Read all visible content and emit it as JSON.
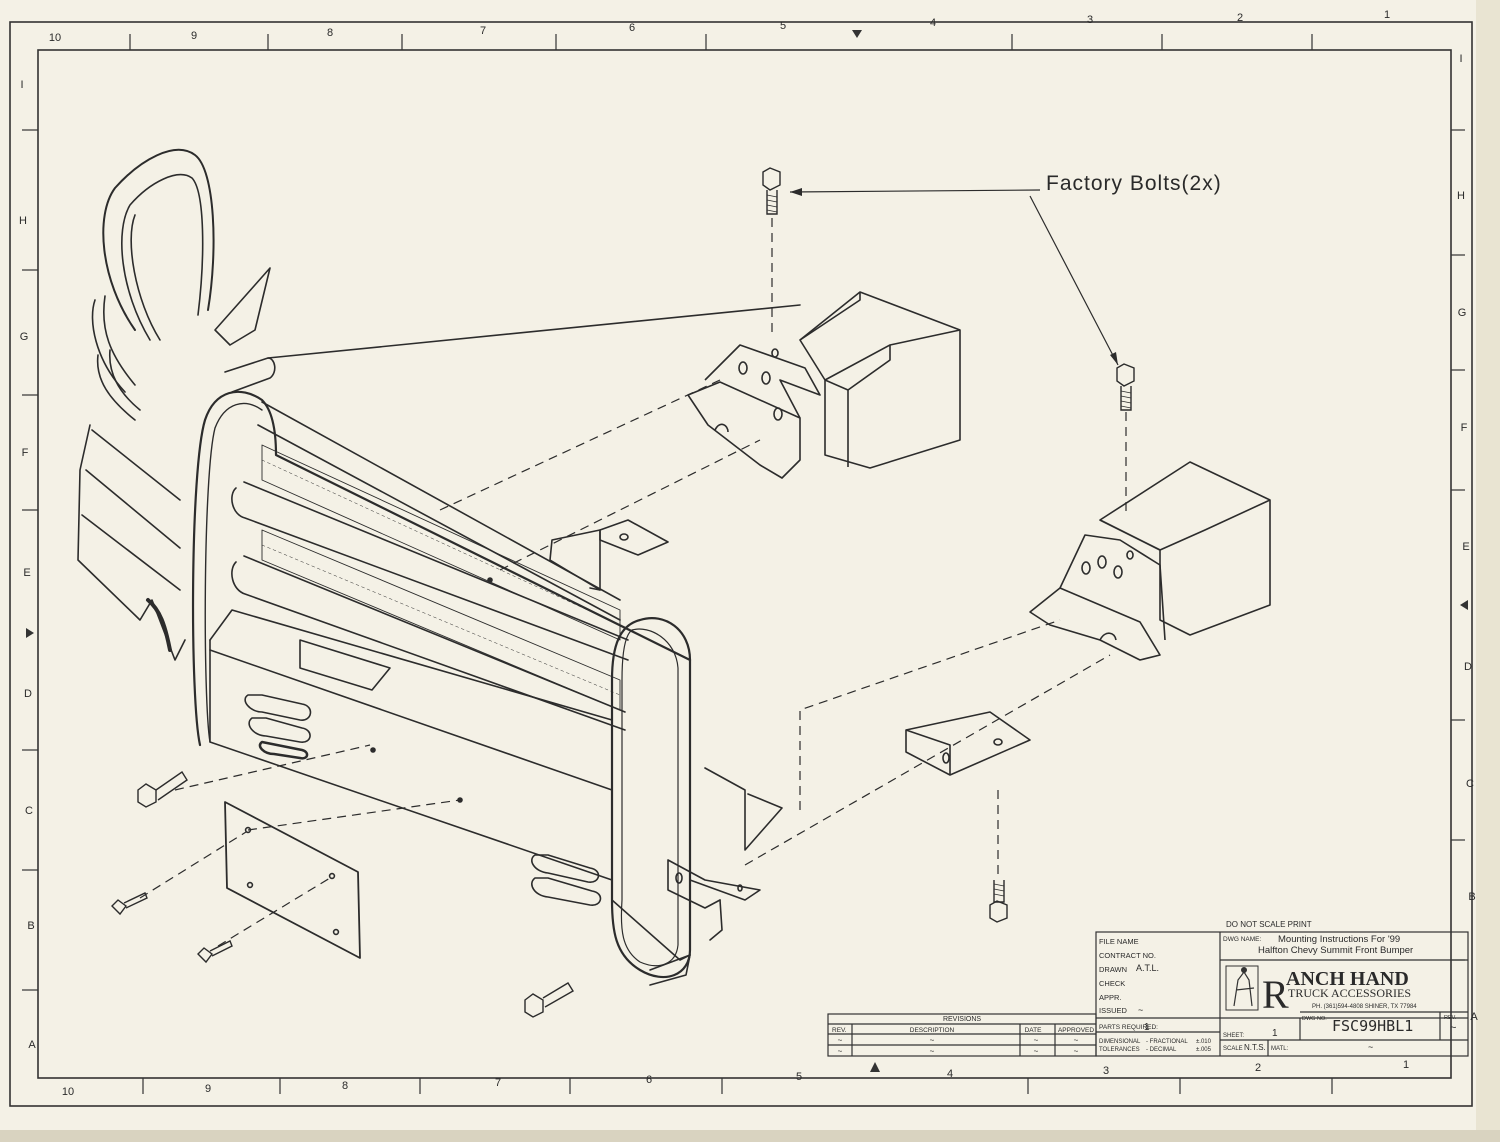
{
  "zones": {
    "top": [
      "10",
      "9",
      "8",
      "7",
      "6",
      "5",
      "4",
      "3",
      "2",
      "1"
    ],
    "bottom": [
      "10",
      "9",
      "8",
      "7",
      "6",
      "5",
      "4",
      "3",
      "2",
      "1"
    ],
    "left": [
      "I",
      "H",
      "G",
      "F",
      "E",
      "D",
      "C",
      "B",
      "A"
    ],
    "right": [
      "I",
      "H",
      "G",
      "F",
      "E",
      "D",
      "C",
      "B",
      "A"
    ]
  },
  "callout": {
    "label": "Factory Bolts(2x)"
  },
  "title_block": {
    "do_not_scale": "DO NOT SCALE PRINT",
    "file_name_label": "FILE NAME",
    "contract_label": "CONTRACT NO.",
    "drawn_label": "DRAWN",
    "drawn_value": "A.T.L.",
    "check_label": "CHECK",
    "appr_label": "APPR.",
    "issued_label": "ISSUED",
    "issued_value": "~",
    "dwg_name_label": "DWG NAME:",
    "dwg_name_line1": "Mounting Instructions For '99",
    "dwg_name_line2": "Halfton Chevy Summit Front Bumper",
    "company_name": "ANCH HAND",
    "company_initial": "R",
    "company_sub": "TRUCK ACCESSORIES",
    "company_contact": "PH. (361)594-4808 SHINER, TX 77984",
    "parts_required_label": "PARTS REQUIRED:",
    "parts_required_value": "1",
    "dimensional_label": "DIMENSIONAL",
    "tolerances_label": "TOLERANCES",
    "fractional_label": "- FRACTIONAL",
    "fractional_value": "±.010",
    "decimal_label": "- DECIMAL",
    "decimal_value": "±.005",
    "sheet_label": "SHEET:",
    "sheet_value": "1",
    "scale_label": "SCALE",
    "scale_value": "N.T.S.",
    "matl_label": "MATL:",
    "matl_value": "~",
    "dwg_no_label": "DWG NO.",
    "dwg_no_value": "FSC99HBL1",
    "rev_label": "REV.",
    "rev_value": "~"
  },
  "revisions": {
    "title": "REVISIONS",
    "headers": [
      "REV.",
      "DESCRIPTION",
      "DATE",
      "APPROVED"
    ],
    "rows": [
      [
        "~",
        "~",
        "~",
        "~"
      ],
      [
        "~",
        "~",
        "~",
        "~"
      ]
    ]
  }
}
